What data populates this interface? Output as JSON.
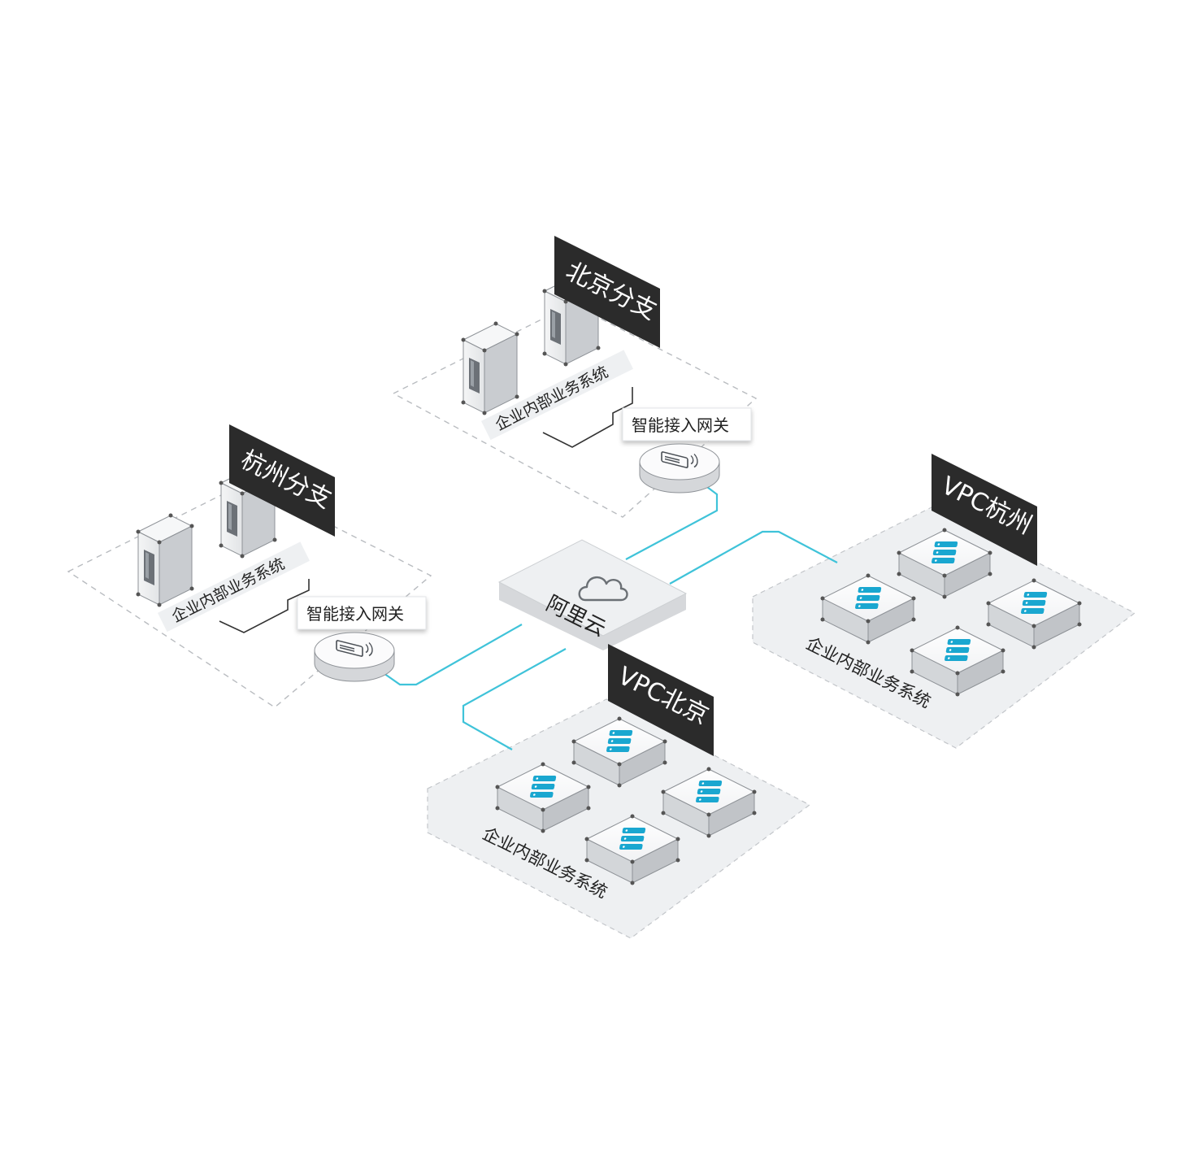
{
  "colors": {
    "link": "#3fc3d9",
    "dark_tag": "#2b2b2b",
    "zone_fill": "#eef0f2",
    "server_icon": "#1aa7d0"
  },
  "icons": {
    "cloud": "cloud-icon",
    "router": "router-icon",
    "server_rack": "server-rack-icon",
    "onprem_server": "onprem-server-icon"
  },
  "beijing_branch": {
    "tag": "北京分支",
    "system_label": "企业内部业务系统",
    "gateway_label": "智能接入网关"
  },
  "hangzhou_branch": {
    "tag": "杭州分支",
    "system_label": "企业内部业务系统",
    "gateway_label": "智能接入网关"
  },
  "cloud": {
    "label": "阿里云"
  },
  "vpc_beijing": {
    "tag": "VPC北京",
    "system_label": "企业内部业务系统"
  },
  "vpc_hangzhou": {
    "tag": "VPC杭州",
    "system_label": "企业内部业务系统"
  }
}
